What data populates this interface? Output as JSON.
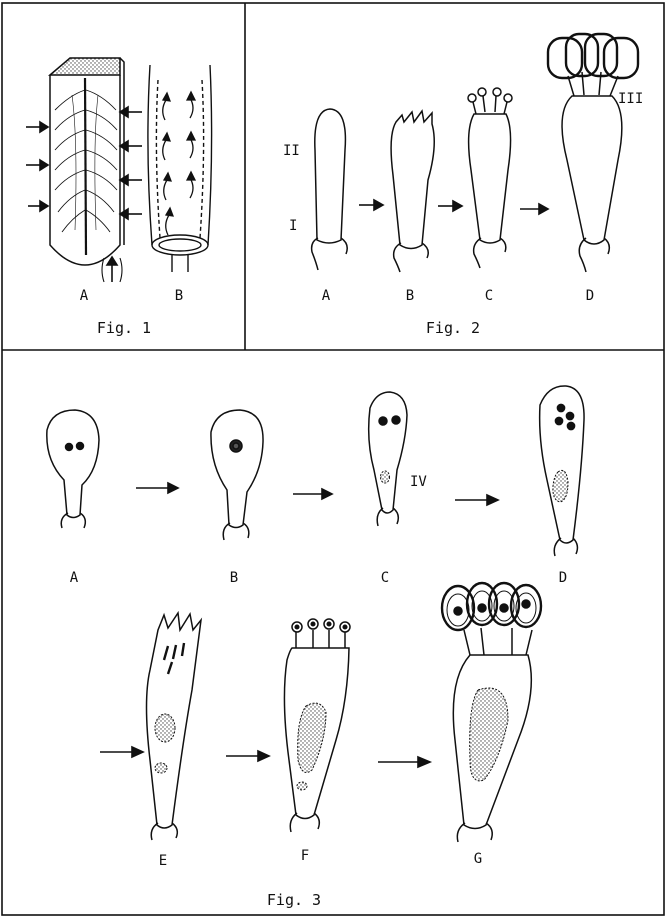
{
  "figures": [
    {
      "caption": "Fig. 1",
      "labels": {
        "a": "A",
        "b": "B"
      }
    },
    {
      "caption": "Fig. 2",
      "labels": {
        "a": "A",
        "b": "B",
        "c": "C",
        "d": "D"
      },
      "annotations": {
        "i": "I",
        "ii": "II",
        "iii": "III"
      }
    },
    {
      "caption": "Fig. 3",
      "labels": {
        "a": "A",
        "b": "B",
        "c": "C",
        "d": "D",
        "e": "E",
        "f": "F",
        "g": "G"
      },
      "annotations": {
        "iv": "IV"
      }
    }
  ]
}
